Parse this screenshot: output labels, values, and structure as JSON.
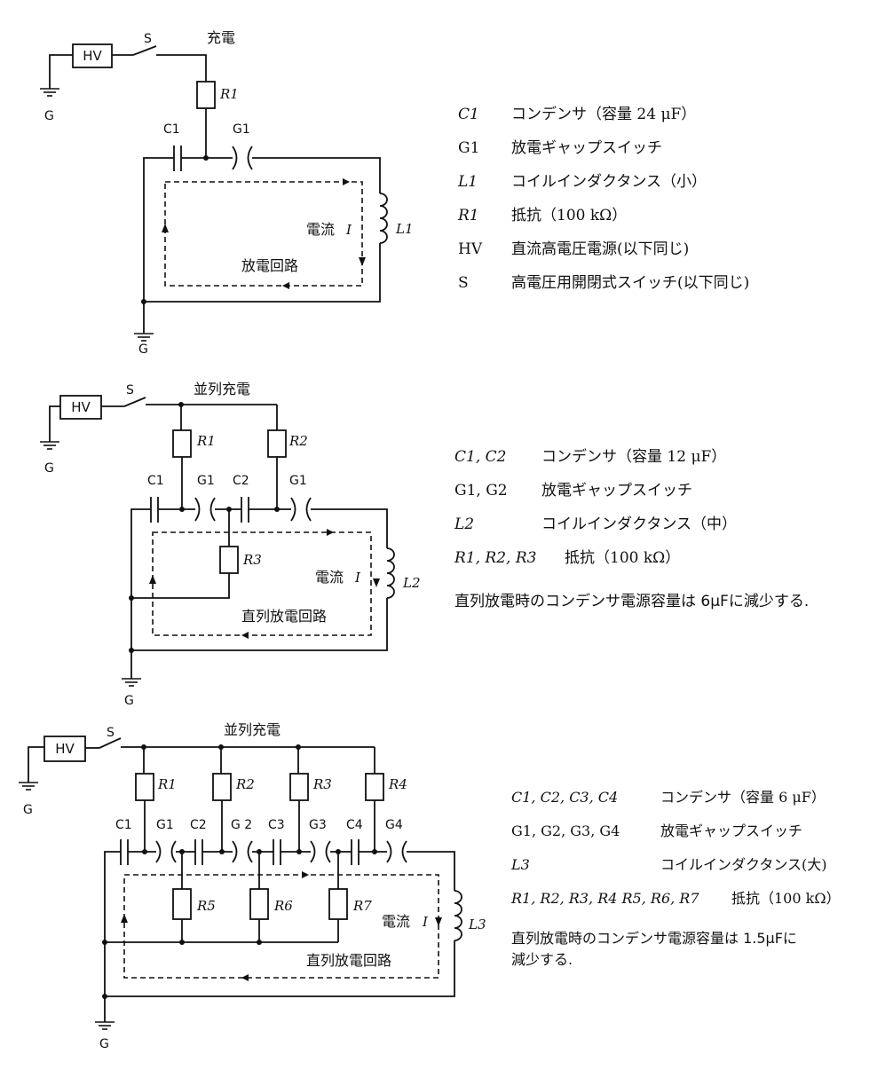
{
  "circuit1": {
    "hv": "HV",
    "switch": "S",
    "ground": "G",
    "charge_label": "充電",
    "r1": "R1",
    "c1": "C1",
    "g1": "G1",
    "l1": "L1",
    "current_label": "電流",
    "current_symbol": "I",
    "circuit_label": "放電回路",
    "legend": [
      {
        "sym": "C1",
        "desc": "コンデンサ（容量 24 μF）"
      },
      {
        "sym": "G1",
        "desc": "放電ギャップスイッチ"
      },
      {
        "sym": "L1",
        "desc": "コイルインダクタンス（小）"
      },
      {
        "sym": "R1",
        "desc": "抵抗（100 kΩ）"
      },
      {
        "sym": "HV",
        "desc": "直流高電圧電源(以下同じ)"
      },
      {
        "sym": "S",
        "desc": "高電圧用開閉式スイッチ(以下同じ)"
      }
    ]
  },
  "circuit2": {
    "hv": "HV",
    "switch": "S",
    "ground": "G",
    "charge_label": "並列充電",
    "r1": "R1",
    "r2": "R2",
    "r3": "R3",
    "c1": "C1",
    "c2": "C2",
    "g1a": "G1",
    "g1b": "G1",
    "l2": "L2",
    "current_label": "電流",
    "current_symbol": "I",
    "circuit_label": "直列放電回路",
    "legend": [
      {
        "sym": "C1, C2",
        "desc": "コンデンサ（容量 12 μF）"
      },
      {
        "sym": "G1, G2",
        "desc": "放電ギャップスイッチ"
      },
      {
        "sym": "L2",
        "desc": "コイルインダクタンス（中）"
      },
      {
        "sym": "R1, R2, R3",
        "desc": "抵抗（100 kΩ）"
      }
    ],
    "note": "直列放電時のコンデンサ電源容量は 6μFに減少する."
  },
  "circuit3": {
    "hv": "HV",
    "switch": "S",
    "ground": "G",
    "charge_label": "並列充電",
    "r_top": [
      "R1",
      "R2",
      "R3",
      "R4"
    ],
    "r_bottom": [
      "R5",
      "R6",
      "R7"
    ],
    "caps": [
      "C1",
      "C2",
      "C3",
      "C4"
    ],
    "gaps": [
      "G1",
      "G 2",
      "G3",
      "G4"
    ],
    "l3": "L3",
    "current_label": "電流",
    "current_symbol": "I",
    "circuit_label": "直列放電回路",
    "legend": [
      {
        "sym": "C1, C2, C3, C4",
        "desc": "コンデンサ（容量 6 μF）"
      },
      {
        "sym": "G1, G2, G3, G4",
        "desc": "放電ギャップスイッチ"
      },
      {
        "sym": "L3",
        "desc": "コイルインダクタンス(大)"
      },
      {
        "sym": "R1, R2, R3, R4 R5, R6, R7",
        "desc": "抵抗（100 kΩ）"
      }
    ],
    "note_line1": "直列放電時のコンデンサ電源容量は 1.5μFに",
    "note_line2": "減少する."
  }
}
